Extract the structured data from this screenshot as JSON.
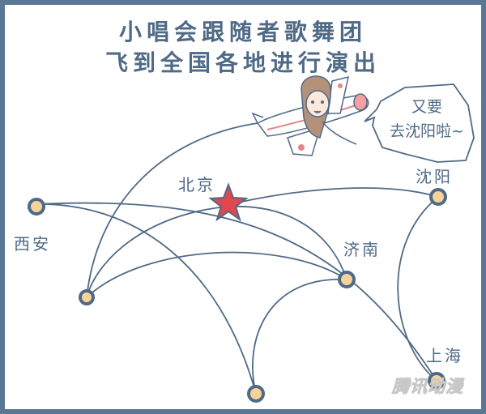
{
  "title": {
    "line1": "小唱会跟随者歌舞团",
    "line2": "飞到全国各地进行演出"
  },
  "speech_bubble": {
    "line1": "又要",
    "line2": "去沈阳啦~"
  },
  "cities": {
    "xian": "西安",
    "beijing": "北京",
    "shenyang": "沈阳",
    "jinan": "济南",
    "shanghai": "上海"
  },
  "watermark": "腾讯动漫",
  "colors": {
    "border": "#5a7896",
    "line": "#4f6a86",
    "dot_fill": "#f7d39a",
    "star": "#e2464f"
  }
}
